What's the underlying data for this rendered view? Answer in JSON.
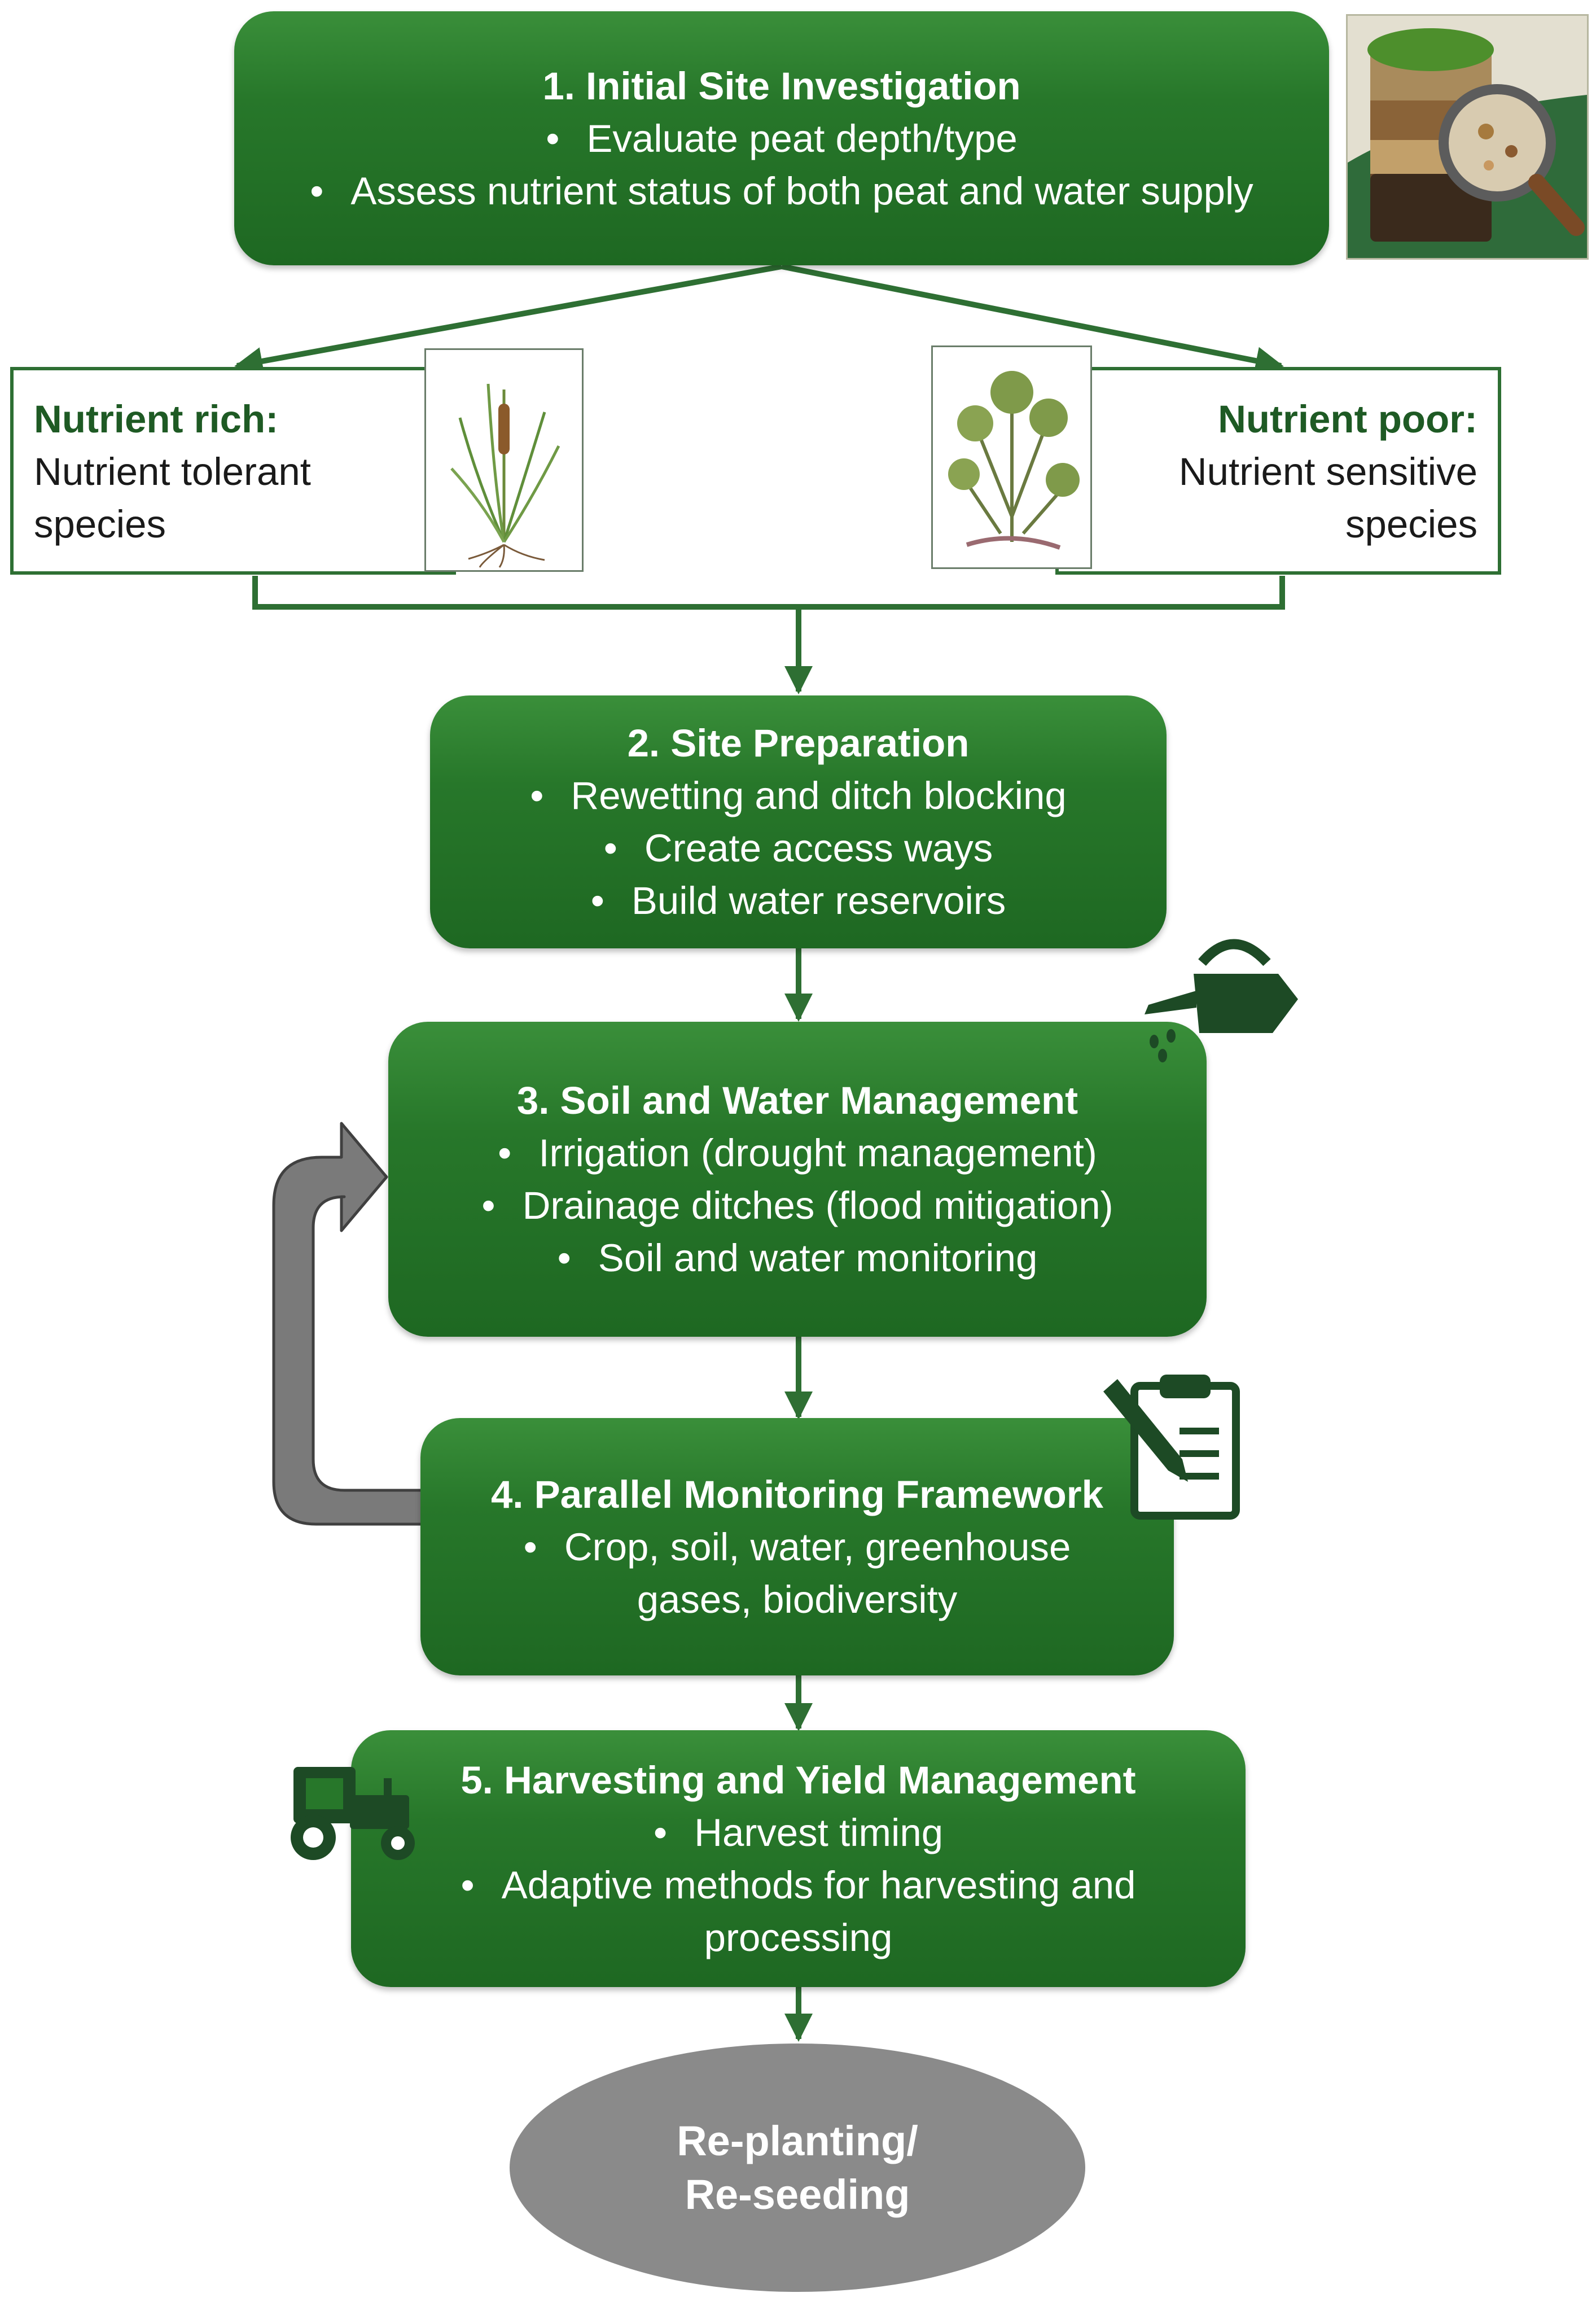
{
  "steps": {
    "s1": {
      "title": "1.   Initial Site Investigation",
      "bullets": [
        "Evaluate peat depth/type",
        "Assess nutrient status of both peat and water supply"
      ]
    },
    "s2": {
      "title": "2. Site Preparation",
      "bullets": [
        "Rewetting and ditch blocking",
        "Create access ways",
        "Build water reservoirs"
      ]
    },
    "s3": {
      "title": "3. Soil and Water Management",
      "bullets": [
        "Irrigation (drought management)",
        "Drainage ditches (flood mitigation)",
        "Soil and water monitoring"
      ]
    },
    "s4": {
      "title": "4. Parallel Monitoring Framework",
      "bullets": [
        "Crop, soil, water, greenhouse"
      ],
      "continuation": "gases, biodiversity"
    },
    "s5": {
      "title": "5. Harvesting and Yield Management",
      "bullets": [
        "Harvest timing",
        "Adaptive methods for harvesting and"
      ],
      "continuation": "processing"
    }
  },
  "branches": {
    "rich": {
      "head": "Nutrient rich:",
      "line1": "Nutrient tolerant",
      "line2": "species"
    },
    "poor": {
      "head": "Nutrient poor:",
      "line1": "Nutrient sensitive",
      "line2": "species"
    }
  },
  "end": {
    "line1": "Re-planting/",
    "line2": "Re-seeding"
  },
  "bullet_char": "•",
  "colors": {
    "box_green": "#27772a",
    "arrow_green": "#2e6f33",
    "loop_gray": "#7a7a7a",
    "end_gray": "#8a8a8a"
  },
  "icons": [
    "soil-core-magnifier-icon",
    "cattail-plant-icon",
    "sphagnum-moss-icon",
    "watering-can-icon",
    "clipboard-pen-icon",
    "tractor-icon"
  ]
}
